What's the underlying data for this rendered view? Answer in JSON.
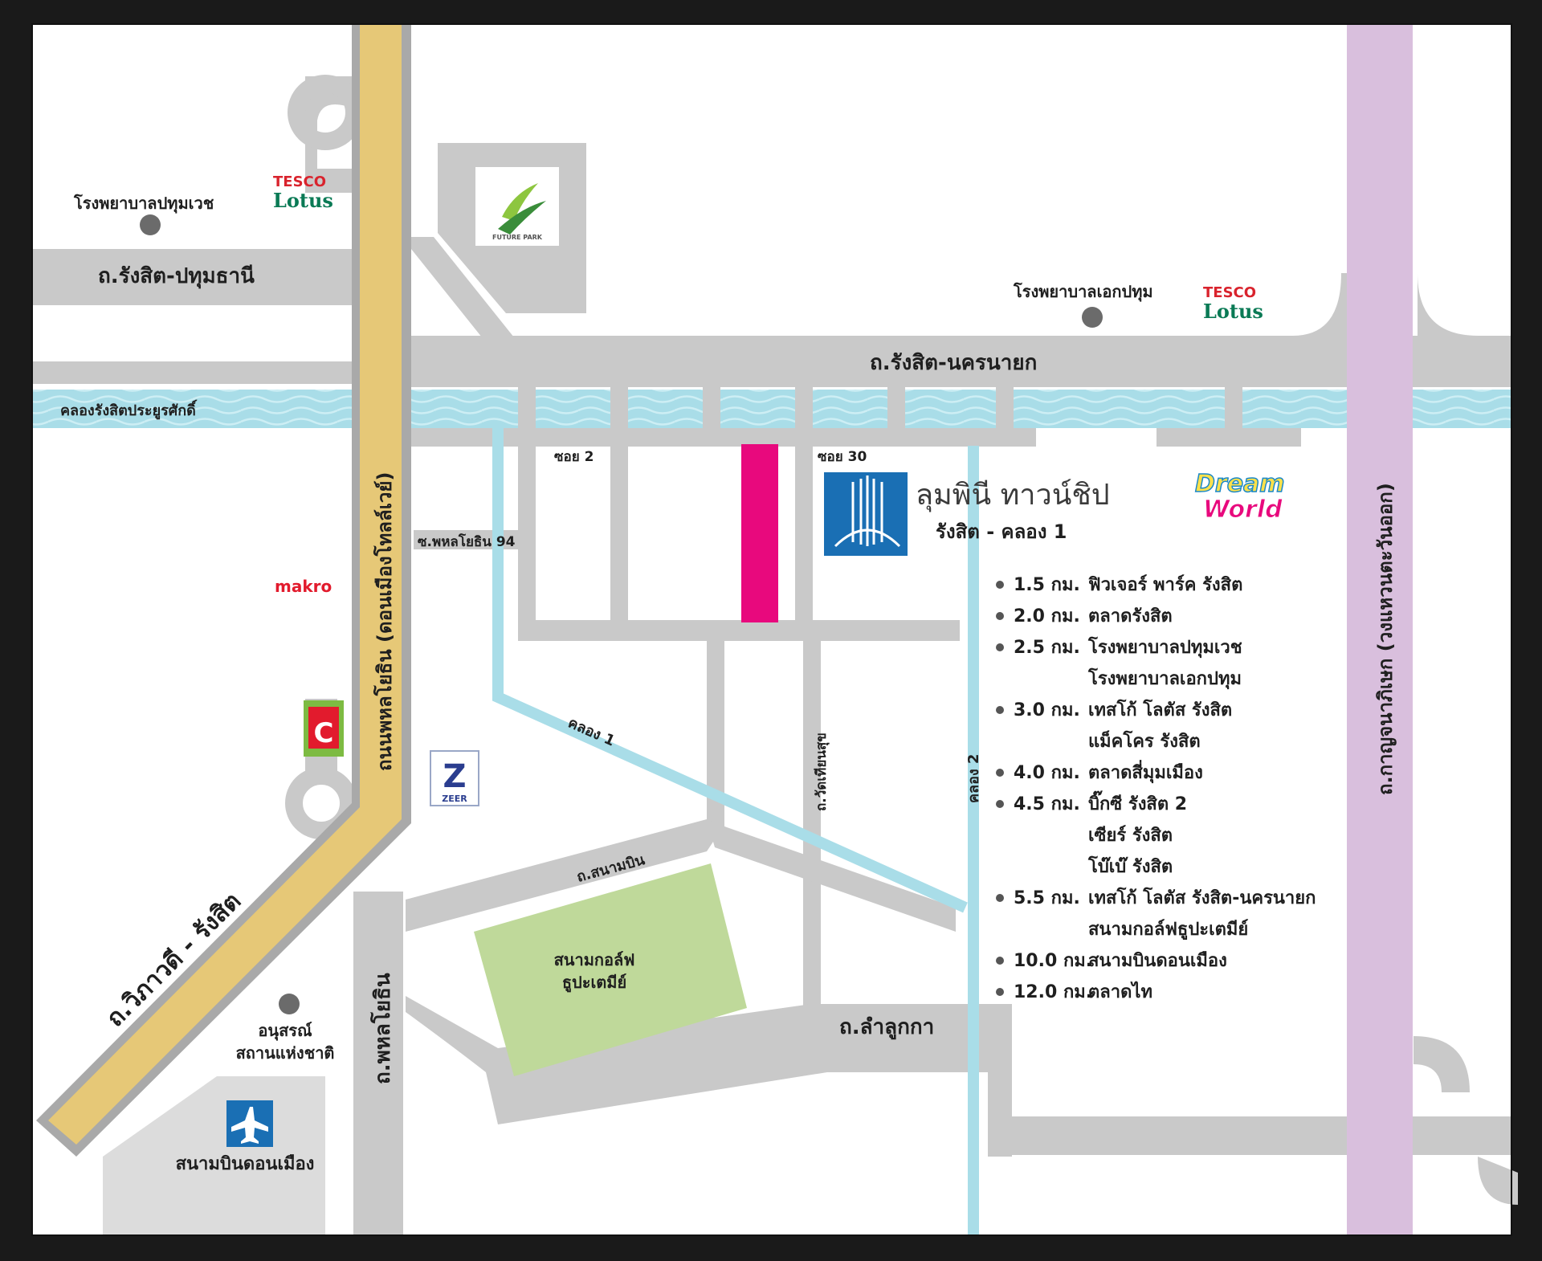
{
  "roads": {
    "rangsit_pathum": "ถ.รังสิต-ปทุมธานี",
    "rangsit_nakhon_nayok": "ถ.รังสิต-นครนายก",
    "phahon_yothin_highway": "ถนนพหลโยธิน (ดอนเมืองโทลล์เวย์)",
    "kanchanaphisek": "ถ.กาญจนาภิเษก (วงแหวนตะวันออก)",
    "vibhavadi": "ถ.วิภาวดี - รังสิต",
    "phahon_yothin": "ถ.พหลโยธิน",
    "lam_luk_ka": "ถ.ลำลูกกา",
    "soi_phahon_94": "ซ.พหลโยธิน 94",
    "soi_2": "ซอย 2",
    "soi_30": "ซอย 30",
    "khlong_1": "คลอง 1",
    "khlong_2": "คลอง 2",
    "thanon_sanambin": "ถ.สนามบิน",
    "thanon_wat_side": "ถ.วัดเทียนสุข",
    "canal_name": "คลองรังสิตประยูรศักดิ์"
  },
  "places": {
    "hospital_pathumwet": "โรงพยาบาลปทุมเวช",
    "hospital_ekpathum": "โรงพยาบาลเอกปทุม",
    "tesco_top": {
      "line1": "TESCO",
      "line2": "Lotus"
    },
    "tesco_right": {
      "line1": "TESCO",
      "line2": "Lotus"
    },
    "future_park": "FUTURE PARK",
    "makro": "makro",
    "zeer": {
      "letter": "Z",
      "name": "ZEER"
    },
    "dream_world": {
      "line1": "Dream",
      "line2": "World"
    },
    "golf_course": {
      "line1": "สนามกอล์ฟ",
      "line2": "ธูปะเตมีย์"
    },
    "monument": {
      "line1": "อนุสรณ์",
      "line2": "สถานแห่งชาติ"
    },
    "airport": "สนามบินดอนเมือง",
    "bigc_letter": "C"
  },
  "project": {
    "name": "ลุมพินี ทาวน์ชิป",
    "subtitle": "รังสิต - คลอง 1"
  },
  "distances": [
    {
      "dist": "1.5 กม.",
      "lines": [
        "ฟิวเจอร์ พาร์ค รังสิต"
      ]
    },
    {
      "dist": "2.0 กม.",
      "lines": [
        "ตลาดรังสิต"
      ]
    },
    {
      "dist": "2.5 กม.",
      "lines": [
        "โรงพยาบาลปทุมเวช",
        "โรงพยาบาลเอกปทุม"
      ]
    },
    {
      "dist": "3.0 กม.",
      "lines": [
        "เทสโก้ โลตัส รังสิต",
        "แม็คโคร รังสิต"
      ]
    },
    {
      "dist": "4.0 กม.",
      "lines": [
        "ตลาดสี่มุมเมือง"
      ]
    },
    {
      "dist": "4.5 กม.",
      "lines": [
        "บิ๊กซี รังสิต 2",
        "เซียร์ รังสิต",
        "โบ๊เบ๊ รังสิต"
      ]
    },
    {
      "dist": "5.5 กม.",
      "lines": [
        "เทสโก้ โลตัส รังสิต-นครนายก",
        "สนามกอล์ฟธูปะเตมีย์"
      ]
    },
    {
      "dist": "10.0 กม.",
      "lines": [
        "สนามบินดอนเมือง"
      ]
    },
    {
      "dist": "12.0 กม.",
      "lines": [
        "ตลาดไท"
      ]
    }
  ],
  "colors": {
    "road": "#c9c9c9",
    "highway": "#e6c877",
    "ring_road": "#d9bfdd",
    "canal": "#a9dde8",
    "golf": "#bfd99a",
    "project": "#e8097d",
    "project_logo": "#1a6fb4",
    "makro": "#e21b2d",
    "tesco_red": "#d9232d",
    "tesco_green": "#0a7a55"
  }
}
